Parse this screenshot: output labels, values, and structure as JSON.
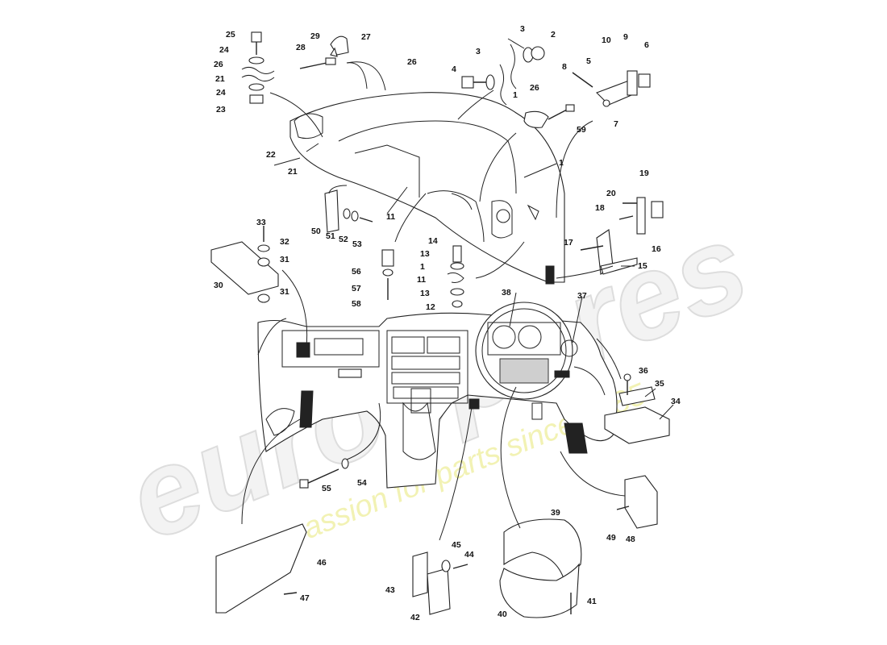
{
  "watermark": {
    "brand": "eurospares",
    "tagline": "a passion for parts since 1985"
  },
  "callouts": [
    "1",
    "2",
    "3",
    "4",
    "5",
    "6",
    "7",
    "8",
    "9",
    "10",
    "11",
    "12",
    "13",
    "14",
    "15",
    "16",
    "17",
    "18",
    "19",
    "20",
    "21",
    "22",
    "23",
    "24",
    "25",
    "26",
    "27",
    "28",
    "29",
    "30",
    "31",
    "32",
    "33",
    "34",
    "35",
    "36",
    "37",
    "38",
    "39",
    "40",
    "41",
    "42",
    "43",
    "44",
    "45",
    "46",
    "47",
    "48",
    "49",
    "50",
    "51",
    "52",
    "53",
    "54",
    "55",
    "56",
    "57",
    "58",
    "59"
  ]
}
